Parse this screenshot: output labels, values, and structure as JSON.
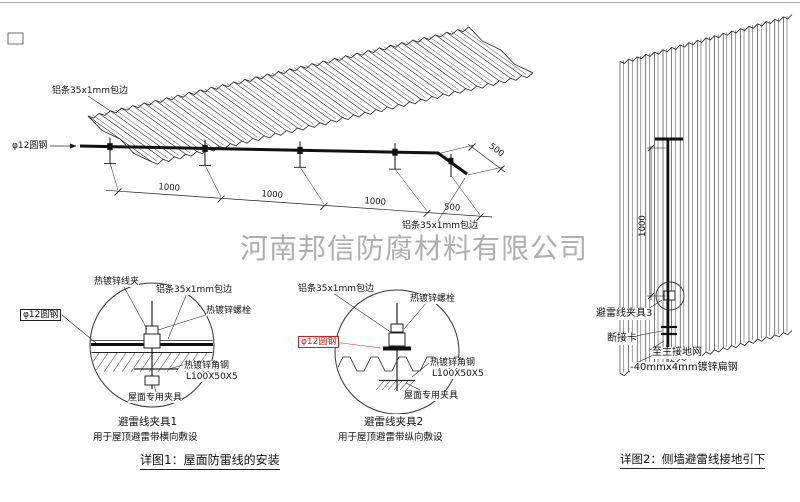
{
  "watermark": "河南邦信防腐材料有限公司",
  "figure1": {
    "caption": "详图1：屋面防雷线的安装",
    "roof_view": {
      "label_strip_top": "铝条35x1mm包边",
      "label_rod": "φ12圆钢",
      "label_strip_right": "铝条35x1mm包边",
      "dims": [
        "1000",
        "1000",
        "1000",
        "500"
      ],
      "dim_side": "500"
    },
    "detail1": {
      "title": "避雷线夹具1",
      "subtitle": "用于屋顶避雷带横向敷设",
      "labels": {
        "wire_clamp": "热镀锌线夹",
        "strip": "铝条35x1mm包边",
        "bolt": "热镀锌螺栓",
        "rod": "φ12圆钢",
        "angle_steel": "热镀锌角钢",
        "angle_size": "L100X50X5",
        "roof_fixture": "屋面专用夹具"
      }
    },
    "detail2": {
      "title": "避雷线夹具2",
      "subtitle": "用于屋顶避雷带纵向敷设",
      "labels": {
        "strip": "铝条35x1mm包边",
        "bolt": "热镀锌螺栓",
        "rod": "φ12圆钢",
        "angle_steel": "热镀锌角钢",
        "angle_size": "L100X50X5",
        "roof_fixture": "屋面专用夹具"
      }
    }
  },
  "figure2": {
    "caption": "详图2：侧墙避雷线接地引下",
    "dim_height": "1000",
    "labels": {
      "clamp3": "避雷线夹具3",
      "disconnect": "断接卡",
      "to_ground": "至主接地网",
      "flat_steel": "-40mmx4mm镀锌扁钢"
    }
  },
  "colors": {
    "line": "#1a1a1a",
    "accent_red": "#cc2222",
    "watermark": "#9a9a9a"
  }
}
